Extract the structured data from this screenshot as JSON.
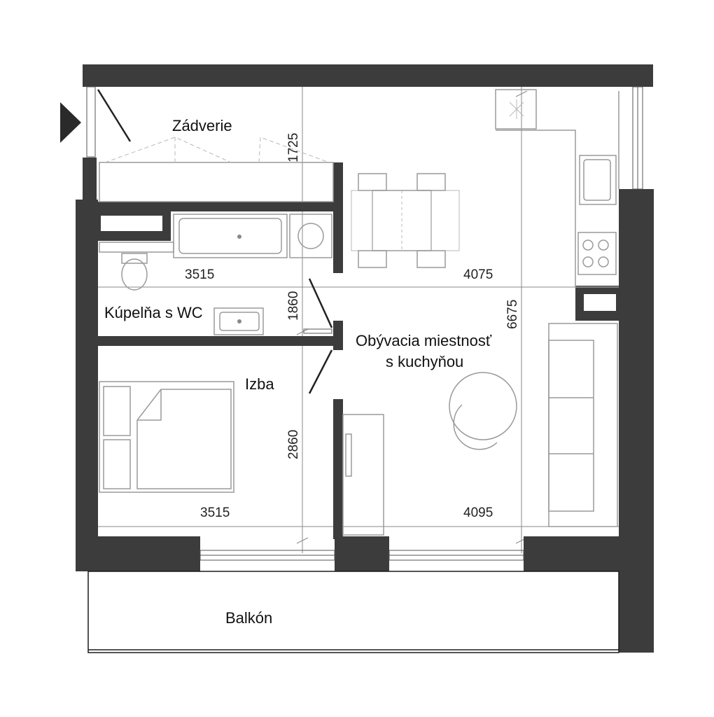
{
  "rooms": {
    "vestibule": "Zádverie",
    "bathroom": "Kúpelňa s WC",
    "bedroom": "Izba",
    "living_line1": "Obývacia miestnosť",
    "living_line2": "s kuchyňou",
    "balcony": "Balkón"
  },
  "dimensions": {
    "vestibule_depth": "1725",
    "bath_width": "3515",
    "bath_depth": "1860",
    "living_top_width": "4075",
    "living_depth": "6675",
    "bedroom_depth": "2860",
    "bedroom_width": "3515",
    "living_bottom_width": "4095"
  },
  "icons": {
    "entrance": "entrance-arrow-icon"
  }
}
